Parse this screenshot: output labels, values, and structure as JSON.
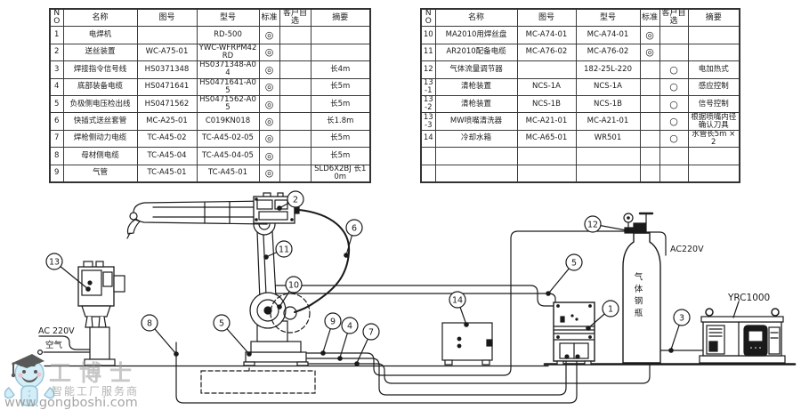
{
  "tables": {
    "left": {
      "headers": [
        "NO",
        "名称",
        "图号",
        "型号",
        "标准",
        "客户自选",
        "摘要"
      ],
      "rows": [
        [
          "1",
          "电焊机",
          "",
          "RD-500",
          "◎",
          "",
          ""
        ],
        [
          "2",
          "送丝装置",
          "WC-A75-01",
          "YWC-WFRPM42RD",
          "◎",
          "",
          ""
        ],
        [
          "3",
          "焊接指令信号线",
          "HS0371348",
          "HS0371348-A04",
          "◎",
          "",
          "长4m"
        ],
        [
          "4",
          "底部装备电缆",
          "HS0471641",
          "HS0471641-A05",
          "◎",
          "",
          "长5m"
        ],
        [
          "5",
          "负极侧电压检出线",
          "HS0471562",
          "HS0471562-A05",
          "◎",
          "",
          "长5m"
        ],
        [
          "6",
          "快插式送丝套管",
          "MC-A25-01",
          "C019KN018",
          "◎",
          "",
          "长1.8m"
        ],
        [
          "7",
          "焊枪侧动力电缆",
          "TC-A45-02",
          "TC-A45-02-05",
          "◎",
          "",
          "长5m"
        ],
        [
          "8",
          "母材侧电缆",
          "TC-A45-04",
          "TC-A45-04-05",
          "◎",
          "",
          "长5m"
        ],
        [
          "9",
          "气管",
          "TC-A45-01",
          "TC-A45-01",
          "◎",
          "",
          "SLD6X2BJ 长10m"
        ]
      ]
    },
    "right": {
      "headers": [
        "NO",
        "名称",
        "图号",
        "型号",
        "标准",
        "客户自选",
        "摘要"
      ],
      "rows": [
        [
          "10",
          "MA2010用焊丝盘",
          "MC-A74-01",
          "MC-A74-01",
          "◎",
          "",
          ""
        ],
        [
          "11",
          "AR2010配备电缆",
          "MC-A76-02",
          "MC-A76-02",
          "◎",
          "",
          ""
        ],
        [
          "12",
          "气体流量调节器",
          "",
          "182-25L-220",
          "",
          "○",
          "电加热式"
        ],
        [
          "13-1",
          "清枪装置",
          "NCS-1A",
          "NCS-1A",
          "",
          "○",
          "感应控制"
        ],
        [
          "13-2",
          "清枪装置",
          "NCS-1B",
          "NCS-1B",
          "",
          "○",
          "信号控制"
        ],
        [
          "13-3",
          "MW喷嘴清洗器",
          "MC-A21-01",
          "MC-A21-01",
          "",
          "○",
          "根据喷嘴内径确认刀具"
        ],
        [
          "14",
          "冷却水箱",
          "MC-A65-01",
          "WR501",
          "",
          "○",
          "水管长5m × 2"
        ],
        [
          "",
          "",
          "",
          "",
          "",
          "",
          ""
        ],
        [
          "",
          "",
          "",
          "",
          "",
          "",
          ""
        ]
      ]
    }
  },
  "diagram": {
    "callouts": {
      "c1": "1",
      "c2": "2",
      "c3": "3",
      "c4": "4",
      "c5a": "5",
      "c5b": "5",
      "c6": "6",
      "c7": "7",
      "c8": "8",
      "c9": "9",
      "c10": "10",
      "c11": "11",
      "c12": "12",
      "c13": "13",
      "c14": "14"
    },
    "labels": {
      "ac220v_station": "AC 220V",
      "air": "空气",
      "ac220v_cylinder": "AC220V",
      "gas_cylinder": "气体钢瓶",
      "controller": "YRC1000"
    },
    "colors": {
      "line": "#1a1a1a",
      "mascot_blue": "#bfe3f2",
      "watermark_gray": "#9a9a9a"
    }
  },
  "watermark": {
    "brand": "工博士",
    "tagline": "智能工厂服务商",
    "url": "www.gongboshi.com"
  }
}
